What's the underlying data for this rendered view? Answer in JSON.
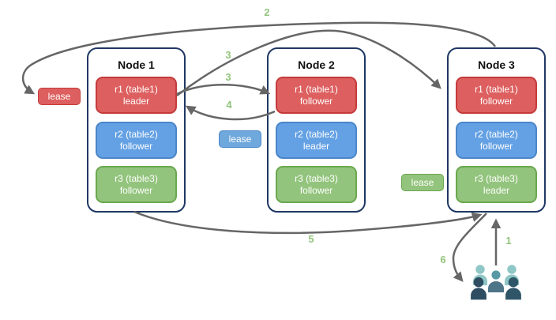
{
  "colors": {
    "red-fill": "#DD5F5F",
    "red-border": "#C53B3B",
    "blue-fill": "#64A1E4",
    "blue-border": "#4A86C8",
    "blue-lease-fill": "#6FA8DC",
    "green-fill": "#93C47D",
    "green-border": "#6AA84F",
    "node-border": "#1F3864",
    "arrow": "#666666",
    "step-label": "#93C47D",
    "people-light": "#8FC6C6",
    "people-mid": "#579AA5",
    "people-mid-dark": "#4D7487",
    "people-dark": "#2E4D62",
    "people-dark2": "#2F5568"
  },
  "nodes": [
    {
      "title": "Node 1",
      "replicas": [
        {
          "name": "r1 (table1)",
          "role": "leader",
          "color": "red"
        },
        {
          "name": "r2 (table2)",
          "role": "follower",
          "color": "blue"
        },
        {
          "name": "r3 (table3)",
          "role": "follower",
          "color": "green"
        }
      ]
    },
    {
      "title": "Node 2",
      "replicas": [
        {
          "name": "r1 (table1)",
          "role": "follower",
          "color": "red"
        },
        {
          "name": "r2 (table2)",
          "role": "leader",
          "color": "blue"
        },
        {
          "name": "r3 (table3)",
          "role": "follower",
          "color": "green"
        }
      ]
    },
    {
      "title": "Node 3",
      "replicas": [
        {
          "name": "r1 (table1)",
          "role": "follower",
          "color": "red"
        },
        {
          "name": "r2 (table2)",
          "role": "follower",
          "color": "blue"
        },
        {
          "name": "r3 (table3)",
          "role": "leader",
          "color": "green"
        }
      ]
    }
  ],
  "leases": [
    {
      "label": "lease",
      "color": "red"
    },
    {
      "label": "lease",
      "color": "blue"
    },
    {
      "label": "lease",
      "color": "green"
    }
  ],
  "steps": {
    "s1": "1",
    "s2": "2",
    "s3a": "3",
    "s3b": "3",
    "s4": "4",
    "s5": "5",
    "s6": "6"
  },
  "icons": {
    "users": "users-group-icon"
  }
}
